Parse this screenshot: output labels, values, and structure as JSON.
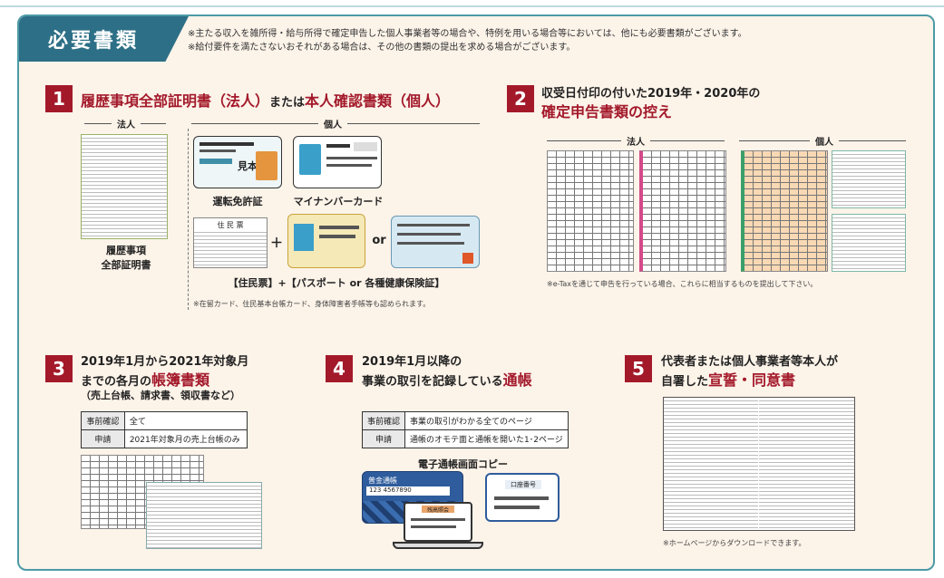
{
  "header": {
    "title": "必要書類",
    "note1": "※主たる収入を雑所得・給与所得で確定申告した個人事業者等の場合や、特例を用いる場合等においては、他にも必要書類がございます。",
    "note2": "※給付要件を満たさないおそれがある場合は、その他の書類の提出を求める場合がございます。"
  },
  "s1": {
    "num": "1",
    "title_a": "履歴事項全部証明書（法人）",
    "title_b": "または",
    "title_c": "本人確認書類（個人）",
    "corp": "法人",
    "indiv": "個人",
    "cert_l1": "履歴事項",
    "cert_l2": "全部証明書",
    "license": "運転免許証",
    "mynumber": "マイナンバーカード",
    "plus": "＋",
    "or": "or",
    "juminhyo": "住 民 票",
    "mitome": "見本",
    "combo": "【住民票】+【パスポート or 各種健康保険証】",
    "note": "※在留カード、住民基本台帳カード、身体障害者手帳等も認められます。"
  },
  "s2": {
    "num": "2",
    "title_a": "収受日付印の付いた2019年・2020年の",
    "title_b": "確定申告書類の控え",
    "corp": "法人",
    "indiv": "個人",
    "note": "※e-Taxを通じて申告を行っている場合、これらに相当するものを提出して下さい。"
  },
  "s3": {
    "num": "3",
    "title_a": "2019年1月から2021年対象月",
    "title_b": "までの各月の",
    "title_c": "帳簿書類",
    "sub": "（売上台帳、請求書、領収書など）",
    "table": [
      [
        "事前確認",
        "全て"
      ],
      [
        "申請",
        "2021年対象月の売上台帳のみ"
      ]
    ]
  },
  "s4": {
    "num": "4",
    "title_a": "2019年1月以降の",
    "title_b": "事業の取引を記録している",
    "title_c": "通帳",
    "table": [
      [
        "事前確認",
        "事業の取引がわかる全てのページ"
      ],
      [
        "申請",
        "通帳のオモテ面と通帳を開いた1･2ページ"
      ]
    ],
    "copy": "電子通帳画面コピー",
    "passbook": "普金通帳",
    "accnum": "123 4567890",
    "accnum_label": "口座番号",
    "screen_title": "残高照会"
  },
  "s5": {
    "num": "5",
    "title_a": "代表者または個人事業者等本人が",
    "title_b": "自署した",
    "title_c": "宣誓・同意書",
    "note": "※ホームページからダウンロードできます。"
  }
}
